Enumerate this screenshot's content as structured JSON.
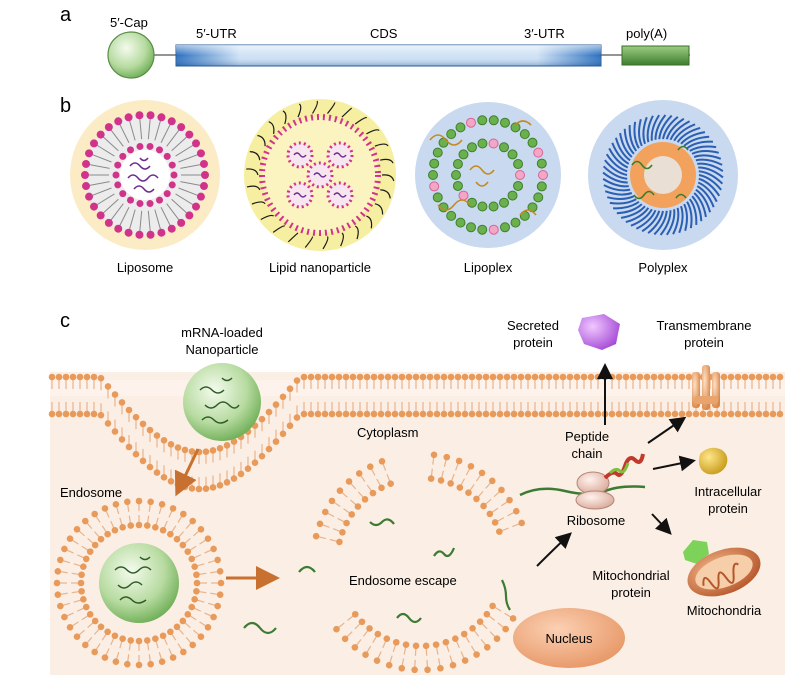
{
  "panel_a": {
    "letter": "a",
    "cap_label": "5′-Cap",
    "utr5_label": "5′-UTR",
    "cds_label": "CDS",
    "utr3_label": "3′-UTR",
    "polya_label": "poly(A)"
  },
  "panel_b": {
    "letter": "b",
    "liposome_label": "Liposome",
    "lnp_label": "Lipid nanoparticle",
    "lipoplex_label": "Lipoplex",
    "polyplex_label": "Polyplex"
  },
  "panel_c": {
    "letter": "c",
    "nanoparticle_label_line1": "mRNA-loaded",
    "nanoparticle_label_line2": "Nanoparticle",
    "endosome_label": "Endosome",
    "cytoplasm_label": "Cytoplasm",
    "endosome_escape_label": "Endosome escape",
    "secreted_label_line1": "Secreted",
    "secreted_label_line2": "protein",
    "transmembrane_label_line1": "Transmembrane",
    "transmembrane_label_line2": "protein",
    "peptide_label_line1": "Peptide",
    "peptide_label_line2": "chain",
    "ribosome_label": "Ribosome",
    "intracellular_label_line1": "Intracellular",
    "intracellular_label_line2": "protein",
    "mito_protein_label_line1": "Mitochondrial",
    "mito_protein_label_line2": "protein",
    "mitochondria_label": "Mitochondria",
    "nucleus_label": "Nucleus"
  }
}
